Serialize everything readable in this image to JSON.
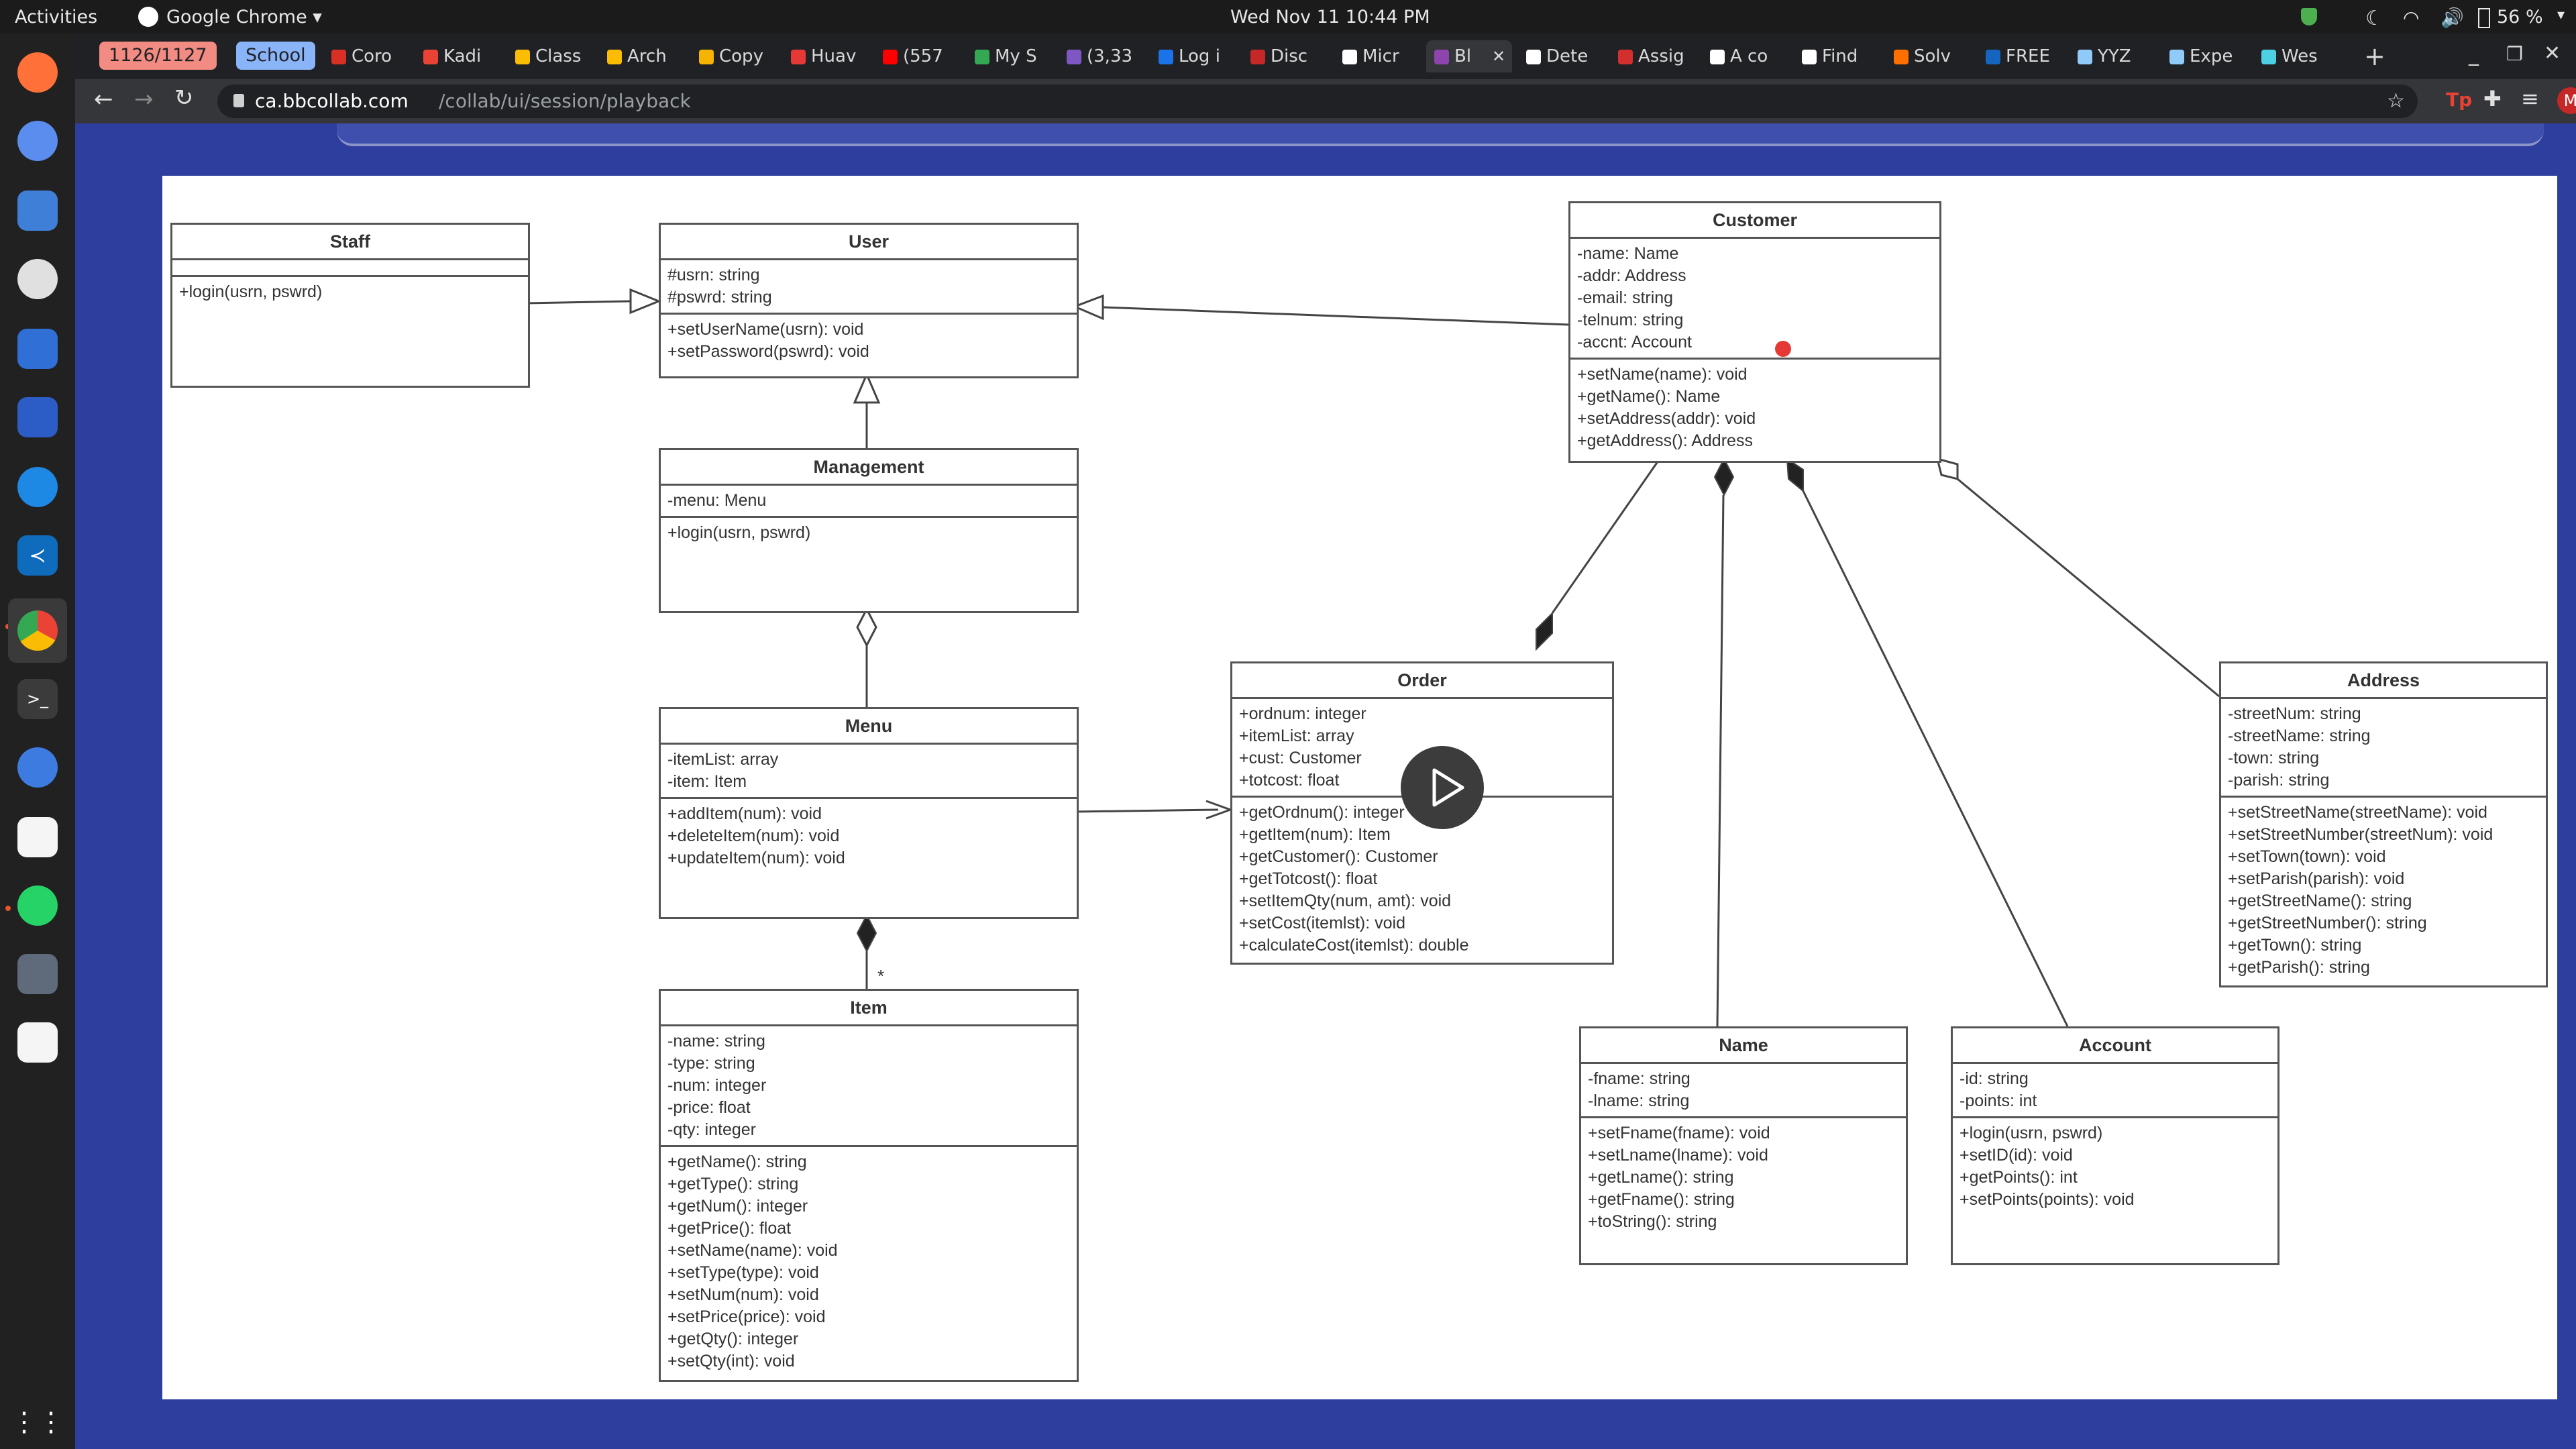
{
  "topbar": {
    "activities": "Activities",
    "app_name": "Google Chrome ▾",
    "clock": "Wed Nov 11  10:44 PM",
    "battery": "56 %"
  },
  "browser": {
    "tab_groups": [
      {
        "label": "1126/1127",
        "bg": "#f28b82",
        "fg": "#202124"
      },
      {
        "label": "School",
        "bg": "#8ab4f8",
        "fg": "#202124"
      }
    ],
    "tabs": [
      {
        "label": "Coro",
        "color": "#d93025"
      },
      {
        "label": "Kadi",
        "color": "#ea4335"
      },
      {
        "label": "Class",
        "color": "#fbbc04"
      },
      {
        "label": "Arch",
        "color": "#fbbc04"
      },
      {
        "label": "Copy",
        "color": "#f4b400"
      },
      {
        "label": "Huav",
        "color": "#e53935"
      },
      {
        "label": "(557",
        "color": "#ff0000"
      },
      {
        "label": "My S",
        "color": "#34a853"
      },
      {
        "label": "(3,33",
        "color": "#7e57c2"
      },
      {
        "label": "Log i",
        "color": "#1a73e8"
      },
      {
        "label": "Disc",
        "color": "#c62828"
      },
      {
        "label": "Micr",
        "color": "#ffffff"
      },
      {
        "label": "Bl",
        "color": "#8e44ad",
        "active": true
      },
      {
        "label": "Dete",
        "color": "#ffffff"
      },
      {
        "label": "Assig",
        "color": "#d32f2f"
      },
      {
        "label": "A co",
        "color": "#ffffff"
      },
      {
        "label": "Find",
        "color": "#ffffff"
      },
      {
        "label": "Solv",
        "color": "#ff6f00"
      },
      {
        "label": "FREE",
        "color": "#1565c0"
      },
      {
        "label": "YYZ",
        "color": "#90caf9"
      },
      {
        "label": "Expe",
        "color": "#90caf9"
      },
      {
        "label": "Wes",
        "color": "#4dd0e1"
      }
    ],
    "url": "ca.bbcollab.com/collab/ui/session/playback",
    "url_domain": "ca.bbcollab.com",
    "url_path": "/collab/ui/session/playback"
  },
  "uml": {
    "staff": {
      "name": "Staff",
      "attrs": [],
      "methods": [
        "+login(usrn, pswrd)"
      ]
    },
    "user": {
      "name": "User",
      "attrs": [
        "#usrn: string",
        "#pswrd: string"
      ],
      "methods": [
        "+setUserName(usrn): void",
        "+setPassword(pswrd): void"
      ]
    },
    "management": {
      "name": "Management",
      "attrs": [
        "-menu: Menu"
      ],
      "methods": [
        "+login(usrn, pswrd)"
      ]
    },
    "menu": {
      "name": "Menu",
      "attrs": [
        "-itemList: array",
        "-item: Item"
      ],
      "methods": [
        "+addItem(num): void",
        "+deleteItem(num): void",
        "+updateItem(num): void"
      ]
    },
    "item": {
      "name": "Item",
      "attrs": [
        "-name: string",
        "-type: string",
        "-num: integer",
        "-price: float",
        "-qty: integer"
      ],
      "methods": [
        "+getName(): string",
        "+getType(): string",
        "+getNum(): integer",
        "+getPrice(): float",
        "+setName(name): void",
        "+setType(type): void",
        "+setNum(num): void",
        "+setPrice(price): void",
        "+getQty(): integer",
        "+setQty(int): void"
      ]
    },
    "order": {
      "name": "Order",
      "attrs": [
        "+ordnum: integer",
        "+itemList: array",
        "+cust: Customer",
        "+totcost: float"
      ],
      "methods": [
        "+getOrdnum(): integer",
        "+getItem(num): Item",
        "+getCustomer(): Customer",
        "+getTotcost(): float",
        "+setItemQty(num, amt): void",
        "+setCost(itemlst): void",
        "+calculateCost(itemlst): double"
      ]
    },
    "customer": {
      "name": "Customer",
      "attrs": [
        "-name: Name",
        "-addr: Address",
        "-email: string",
        "-telnum: string",
        "-accnt: Account"
      ],
      "methods": [
        "+setName(name): void",
        "+getName(): Name",
        "+setAddress(addr): void",
        "+getAddress(): Address"
      ]
    },
    "address": {
      "name": "Address",
      "attrs": [
        "-streetNum: string",
        "-streetName: string",
        "-town: string",
        "-parish: string"
      ],
      "methods": [
        "+setStreetName(streetName): void",
        "+setStreetNumber(streetNum): void",
        "+setTown(town): void",
        "+setParish(parish): void",
        "+getStreetName(): string",
        "+getStreetNumber(): string",
        "+getTown(): string",
        "+getParish(): string"
      ]
    },
    "name": {
      "name": "Name",
      "attrs": [
        "-fname: string",
        "-lname: string"
      ],
      "methods": [
        "+setFname(fname): void",
        "+setLname(lname): void",
        "+getLname(): string",
        "+getFname(): string",
        "+toString(): string"
      ]
    },
    "account": {
      "name": "Account",
      "attrs": [
        "-id: string",
        "-points: int"
      ],
      "methods": [
        "+login(usrn, pswrd)",
        "+setID(id): void",
        "+getPoints(): int",
        "+setPoints(points): void"
      ]
    },
    "multiplicity_star": "*"
  },
  "colors": {
    "page_bg": "#2d3e9e",
    "laser_pointer": "#e53935",
    "group_red": "#f28b82",
    "group_blue": "#8ab4f8"
  }
}
